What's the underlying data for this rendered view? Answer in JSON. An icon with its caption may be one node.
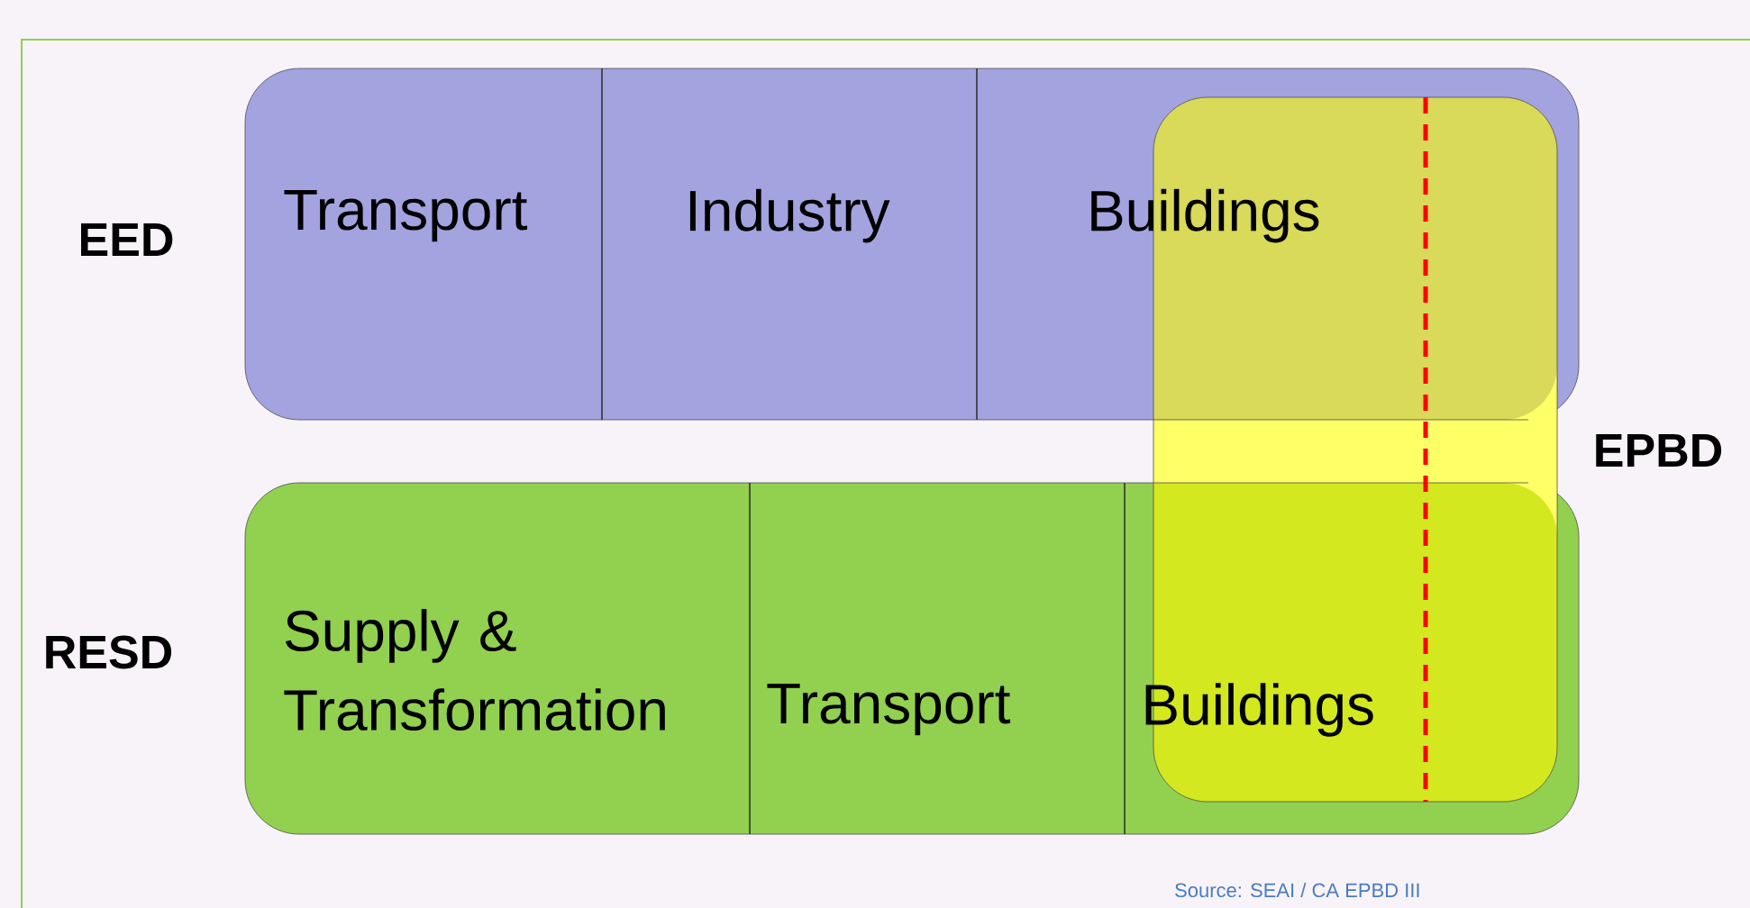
{
  "diagram": {
    "nodes": [
      {
        "text": [
          "EED"
        ]
      },
      {
        "text": [
          "Transport"
        ],
        "in": 0
      },
      {
        "text": [
          "Industry"
        ],
        "in": 0
      },
      {
        "text": [
          "Buildings"
        ],
        "in": 0
      },
      {
        "text": [
          "RESD"
        ]
      },
      {
        "text": [
          "Supply & Transformation"
        ],
        "in": 4
      },
      {
        "text": [
          "Transport"
        ],
        "in": 4
      },
      {
        "text": [
          "Buildings"
        ]
      },
      {
        "text": [
          "EPBD"
        ]
      }
    ],
    "labels": [
      "Source: SEAI / CA EPBD III"
    ]
  }
}
